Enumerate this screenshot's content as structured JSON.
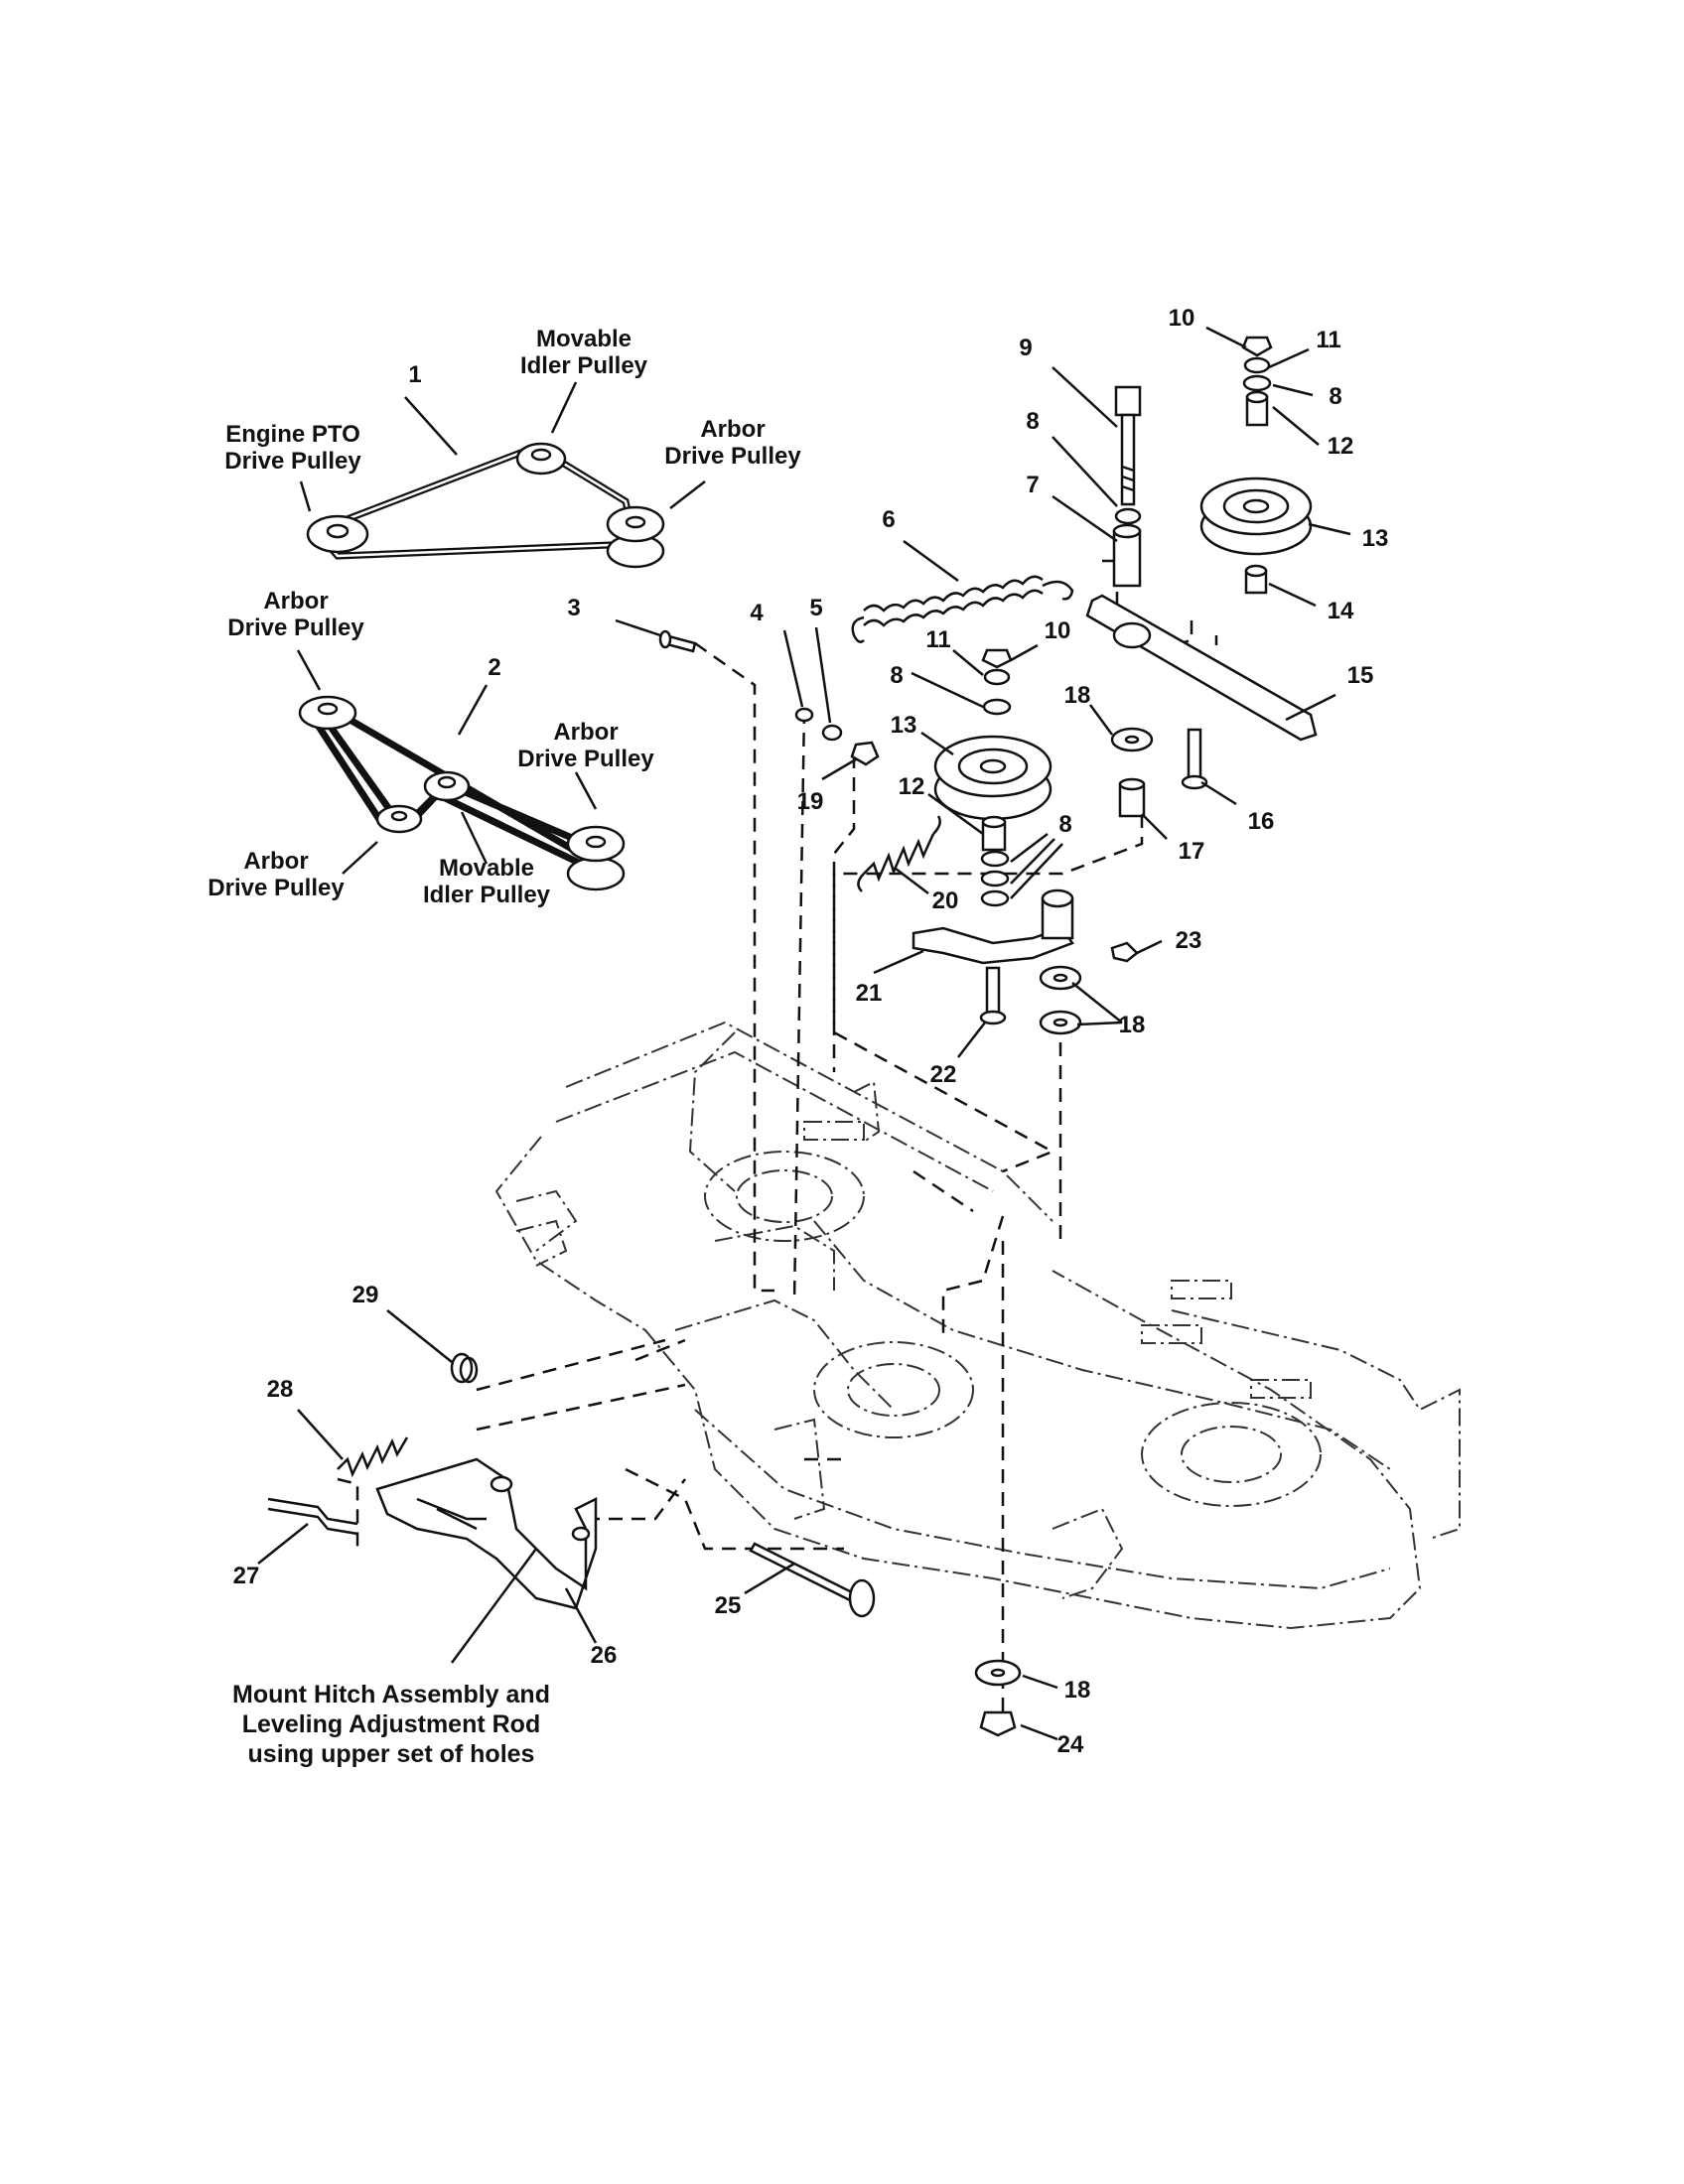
{
  "belt_diagram_1": {
    "callout": "1",
    "labels": {
      "engine_pto_1": "Engine PTO",
      "engine_pto_2": "Drive Pulley",
      "movable_1": "Movable",
      "movable_2": "Idler Pulley",
      "arbor_1": "Arbor",
      "arbor_2": "Drive Pulley"
    }
  },
  "belt_diagram_2": {
    "callout": "2",
    "labels": {
      "arbor_top_1": "Arbor",
      "arbor_top_2": "Drive Pulley",
      "arbor_right_1": "Arbor",
      "arbor_right_2": "Drive Pulley",
      "arbor_left_1": "Arbor",
      "arbor_left_2": "Drive Pulley",
      "movable_1": "Movable",
      "movable_2": "Idler Pulley"
    }
  },
  "callouts": {
    "c3": "3",
    "c4": "4",
    "c5": "5",
    "c6": "6",
    "c7": "7",
    "c8a": "8",
    "c8b": "8",
    "c8c": "8",
    "c8d": "8",
    "c9": "9",
    "c10a": "10",
    "c10b": "10",
    "c11a": "11",
    "c11b": "11",
    "c12a": "12",
    "c12b": "12",
    "c13a": "13",
    "c13b": "13",
    "c14": "14",
    "c15": "15",
    "c16": "16",
    "c17": "17",
    "c18a": "18",
    "c18b": "18",
    "c18c": "18",
    "c19": "19",
    "c20": "20",
    "c21": "21",
    "c22": "22",
    "c23": "23",
    "c24": "24",
    "c25": "25",
    "c26": "26",
    "c27": "27",
    "c28": "28",
    "c29": "29"
  },
  "note": {
    "line1": "Mount Hitch Assembly and",
    "line2": "Leveling Adjustment Rod",
    "line3": "using upper set of holes"
  }
}
